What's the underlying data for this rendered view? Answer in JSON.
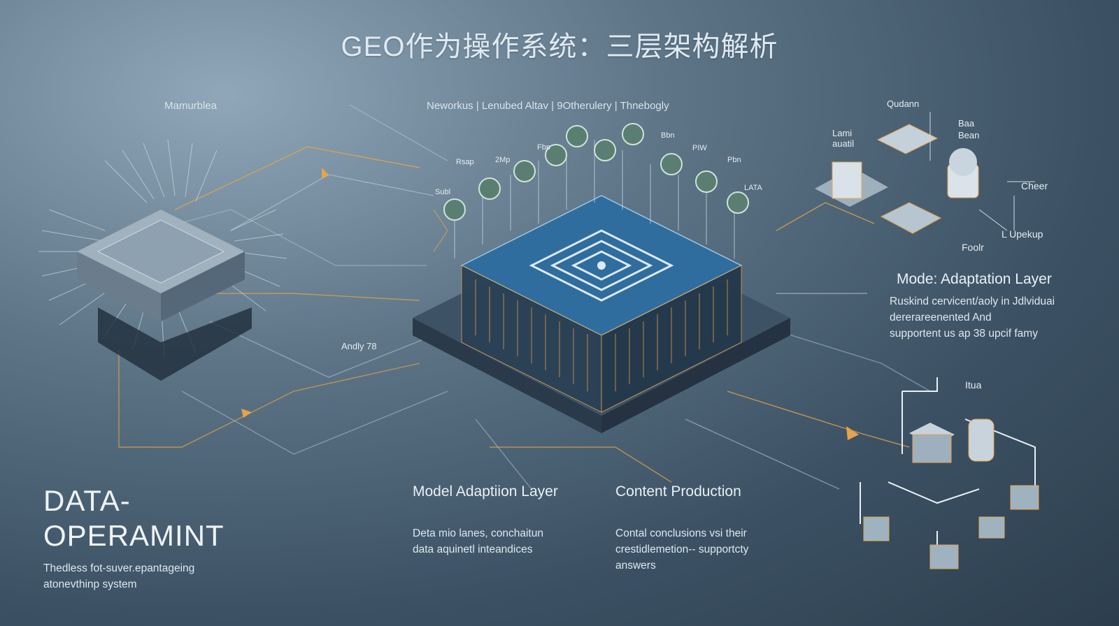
{
  "title": "GEO作为操作系统：三层架构解析",
  "top_labels": {
    "left": "Mamurblea",
    "middle": "Neworkus | Lenubed Altav | 9Otherulery | Thnebogly"
  },
  "chip_labels": [
    "Fbp",
    "2Mp",
    "Rsap",
    "Subl",
    "Bbn",
    "PIW",
    "Pbn",
    "LATA",
    "Andly 78"
  ],
  "right_cluster_labels": [
    "Qudann",
    "Lami auatil",
    "Baa Bean",
    "Cheer",
    "L Upekup",
    "Foolr"
  ],
  "right_section": {
    "heading": "Mode: Adaptation Layer",
    "desc_lines": [
      "Ruskind cervicent/aoly in Jdlviduai",
      "dererareenented And",
      "supportent us ap 38 upcif famy"
    ]
  },
  "bottom_right_label": "Itua",
  "left_section": {
    "big_lines": [
      "DATA-",
      "OPERAMINT"
    ],
    "desc_lines": [
      "Thedless fot-suver.epantageing",
      "atonevthinp system"
    ]
  },
  "middle_section": {
    "heading": "Model Adaptiion Layer",
    "desc_lines": [
      "Deta mio lanes, conchaitun",
      "data aquinetl inteandices"
    ]
  },
  "content_section": {
    "heading": "Content Production",
    "desc_lines": [
      "Contal conclusions vsi their",
      "crestidlemetion-- supportcty",
      "answers"
    ]
  },
  "colors": {
    "background": "#4a6276",
    "accent_orange": "#e8a24a",
    "circuit_blue": "#2f6d9f",
    "line_light": "#b9cad6"
  }
}
